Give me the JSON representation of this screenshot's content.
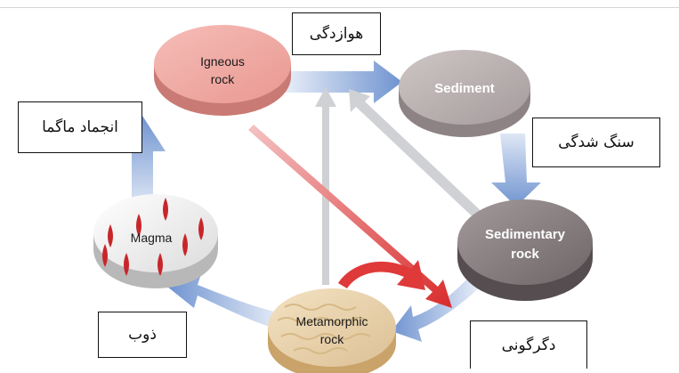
{
  "diagram": {
    "nodes": {
      "igneous": {
        "line1": "Igneous",
        "line2": "rock"
      },
      "sediment": {
        "label": "Sediment"
      },
      "sedimentary": {
        "line1": "Sedimentary",
        "line2": "rock"
      },
      "metamorphic": {
        "line1": "Metamorphic",
        "line2": "rock"
      },
      "magma": {
        "label": "Magma"
      }
    },
    "process_labels": {
      "weathering": "هوازدگی",
      "lithification": "سنگ شدگی",
      "metamorphism": "دگرگونی",
      "melting": "ذوب",
      "crystallization": "انجماد ماگما"
    },
    "colors": {
      "igneous": "#f0a9a4",
      "sediment": "#b4aaaa",
      "sedimentary": "#8a8082",
      "metamorphic": "#e6cfa7",
      "magma": "#eeeeee",
      "magma_drops": "#c8262b",
      "cycle_arrow": "#8ea9d8",
      "red_arrow": "#e0393a",
      "gray_arrow": "#c9cbcf"
    }
  }
}
